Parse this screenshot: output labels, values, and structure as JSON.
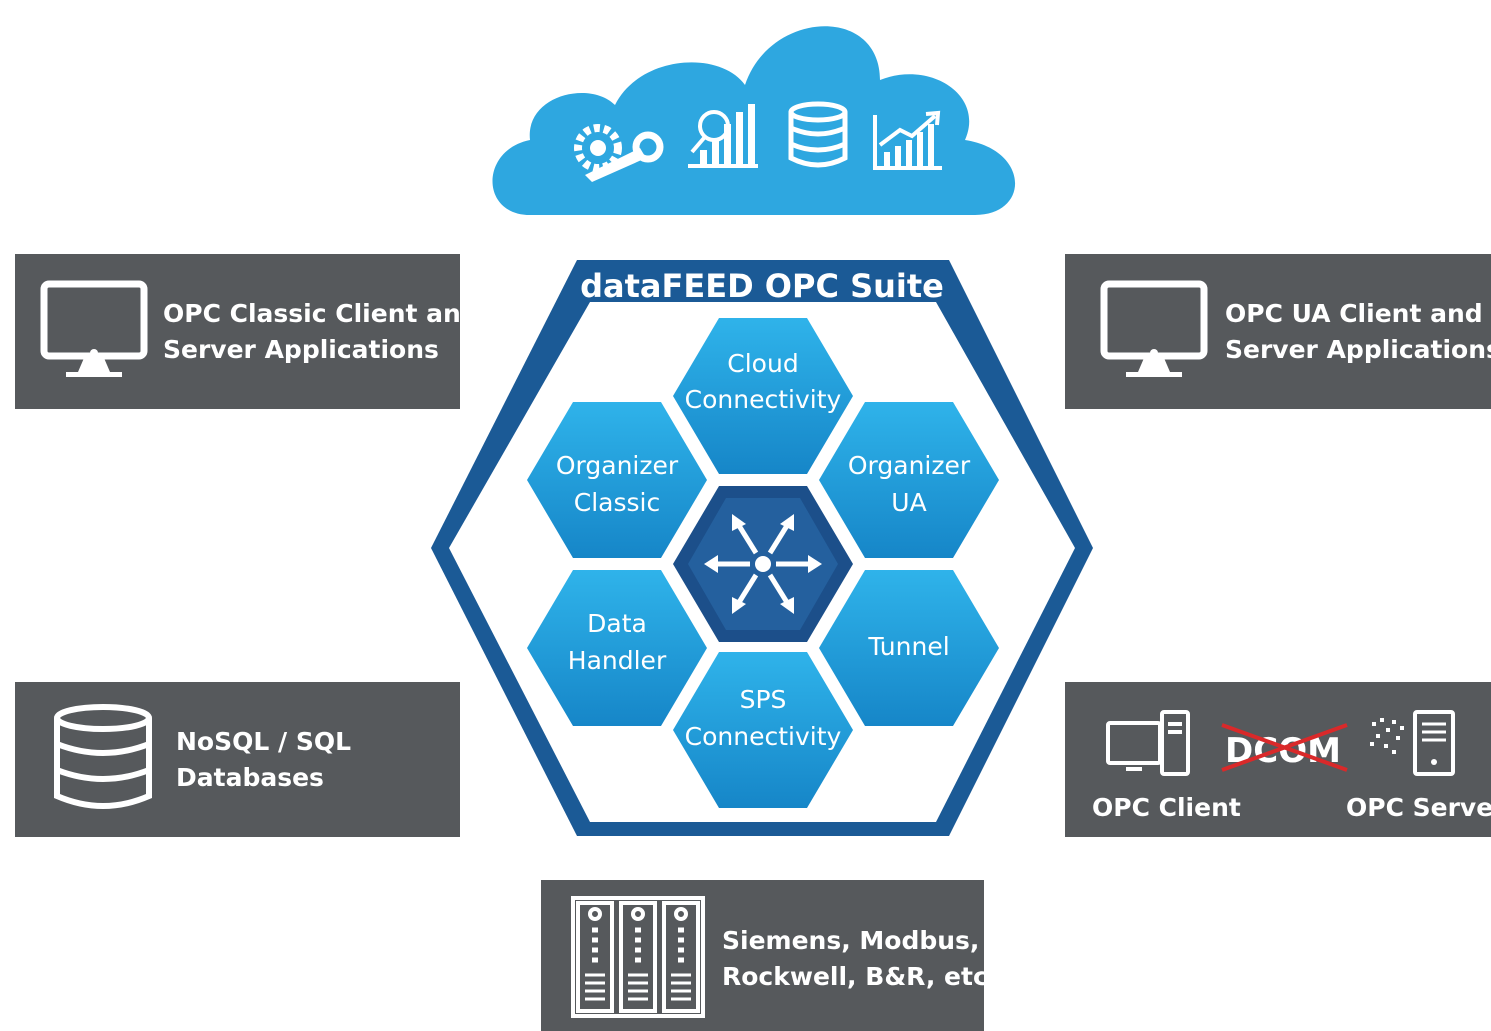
{
  "suite": {
    "title": "dataFEED OPC Suite",
    "modules": [
      {
        "id": "cloud",
        "lines": [
          "Cloud",
          "Connectivity"
        ]
      },
      {
        "id": "organizer-classic",
        "lines": [
          "Organizer",
          "Classic"
        ]
      },
      {
        "id": "organizer-ua",
        "lines": [
          "Organizer",
          "UA"
        ]
      },
      {
        "id": "data-handler",
        "lines": [
          "Data",
          "Handler"
        ]
      },
      {
        "id": "tunnel",
        "lines": [
          "Tunnel"
        ]
      },
      {
        "id": "sps",
        "lines": [
          "SPS",
          "Connectivity"
        ]
      }
    ]
  },
  "cloud": {
    "icons": [
      "gear-wrench-icon",
      "chart-magnifier-icon",
      "database-icon",
      "growth-chart-icon"
    ]
  },
  "boxes": {
    "opc_classic": {
      "icon": "monitor-icon",
      "lines": [
        "OPC Classic Client and",
        "Server Applications"
      ]
    },
    "opc_ua": {
      "icon": "monitor-icon",
      "lines": [
        "OPC UA Client and",
        "Server Applications"
      ]
    },
    "databases": {
      "icon": "database-icon",
      "lines": [
        "NoSQL / SQL",
        "Databases"
      ]
    },
    "dcom": {
      "crossed": "DCOM",
      "client_label": "OPC Client",
      "server_label": "OPC Server"
    },
    "plc": {
      "icon": "server-rack-icon",
      "lines": [
        "Siemens, Modbus,",
        "Rockwell,  B&R, etc."
      ]
    }
  },
  "colors": {
    "box_bg": "#56595c",
    "hex_fill": "#1c9bd8",
    "frame": "#1b5a96",
    "center": "#1c4f8a",
    "cloud": "#2ea7e0",
    "cross": "#d9292a"
  }
}
